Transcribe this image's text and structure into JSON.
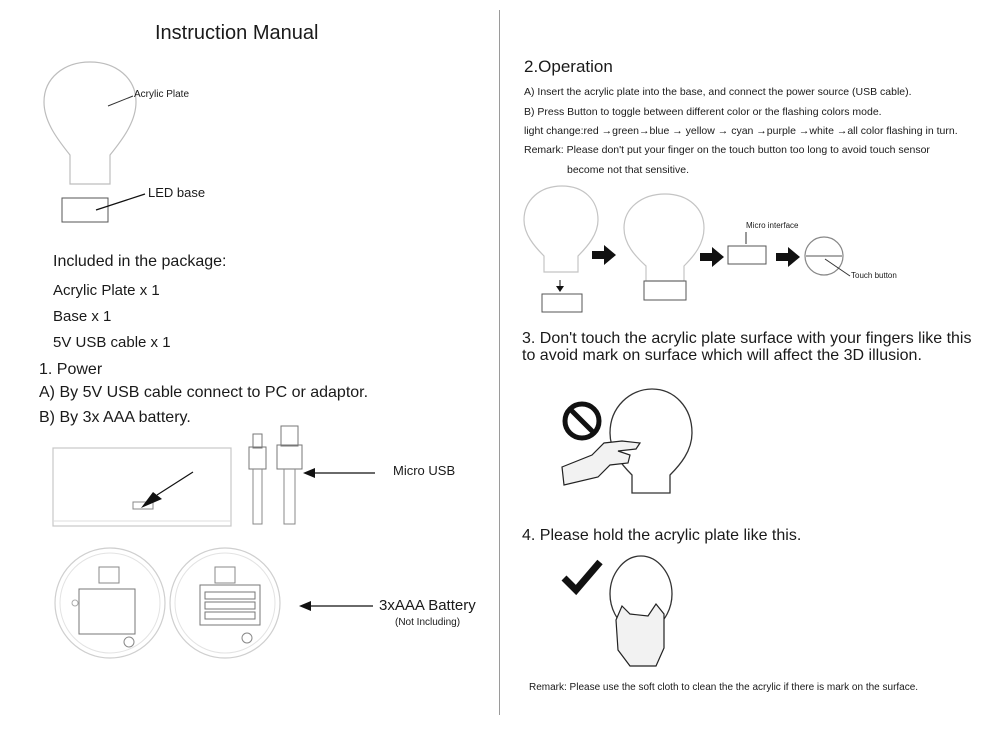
{
  "title": "Instruction Manual",
  "left": {
    "diagram": {
      "plate_label": "Acrylic Plate",
      "base_label": "LED base"
    },
    "package": {
      "heading": "Included in the package:",
      "items": [
        "Acrylic Plate x 1",
        "Base x 1",
        "5V USB cable x 1"
      ]
    },
    "power": {
      "heading": "1. Power",
      "a": "A) By 5V USB cable connect to PC or adaptor.",
      "b": "B) By 3x AAA battery.",
      "micro_usb_label": "Micro USB",
      "battery_label": "3xAAA Battery",
      "battery_note": "(Not Including)"
    }
  },
  "right": {
    "operation": {
      "heading": "2.Operation",
      "lines": [
        "A) Insert the acrylic plate into the base, and connect the power source (USB cable).",
        "B) Press Button to toggle between different color or the flashing colors mode.",
        "light change:red →green→blue → yellow → cyan →purple →white →all color flashing in turn.",
        "Remark: Please don't put your finger on the touch button too long to avoid touch sensor",
        "become not that sensitive."
      ],
      "micro_interface_label": "Micro interface",
      "touch_button_label": "Touch button"
    },
    "section3": "3. Don't touch the acrylic plate surface with your fingers like this to avoid mark on surface which will affect the 3D illusion.",
    "section4": "4. Please hold the acrylic plate like this.",
    "remark": "Remark: Please use the soft cloth to clean the the acrylic if there is mark on the surface."
  }
}
